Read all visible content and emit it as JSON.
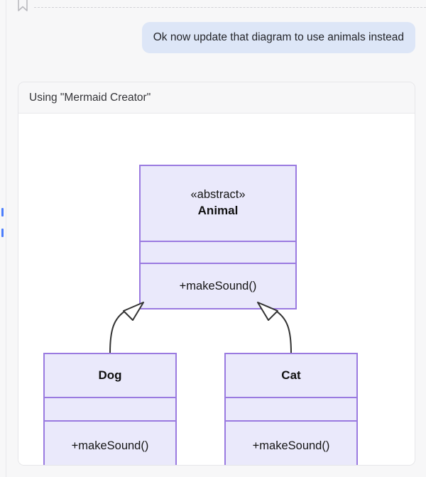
{
  "window": {
    "background_color": "#f7f7f8"
  },
  "left_rail": {
    "marker_color": "#4a7dfc",
    "markers": [
      {
        "name": "rail-marker-1"
      },
      {
        "name": "rail-marker-2"
      }
    ]
  },
  "bookmark_row": {
    "icon": "bookmark-icon",
    "divider": "dashed"
  },
  "conversation": {
    "user_message": {
      "text": "Ok now update that diagram to use animals instead",
      "bubble_color": "#dde6f7",
      "align": "right"
    }
  },
  "tool_card": {
    "title": "Using \"Mermaid Creator\"",
    "header_background": "#f7f7f8",
    "body_background": "#ffffff",
    "border_color": "#e6e6e9"
  },
  "diagram": {
    "type": "uml-class-diagram",
    "renderer": "mermaid",
    "node_fill": "#eae9fb",
    "node_stroke": "#9a7ae0",
    "edge_color": "#333333",
    "classes": [
      {
        "id": "animal",
        "stereotype": "«abstract»",
        "name": "Animal",
        "attributes": [],
        "methods": [
          "+makeSound()"
        ]
      },
      {
        "id": "dog",
        "stereotype": "",
        "name": "Dog",
        "attributes": [],
        "methods": [
          "+makeSound()"
        ]
      },
      {
        "id": "cat",
        "stereotype": "",
        "name": "Cat",
        "attributes": [],
        "methods": [
          "+makeSound()"
        ]
      }
    ],
    "relationships": [
      {
        "from": "Dog",
        "to": "Animal",
        "type": "inheritance",
        "arrow": "hollow-triangle"
      },
      {
        "from": "Cat",
        "to": "Animal",
        "type": "inheritance",
        "arrow": "hollow-triangle"
      }
    ]
  }
}
